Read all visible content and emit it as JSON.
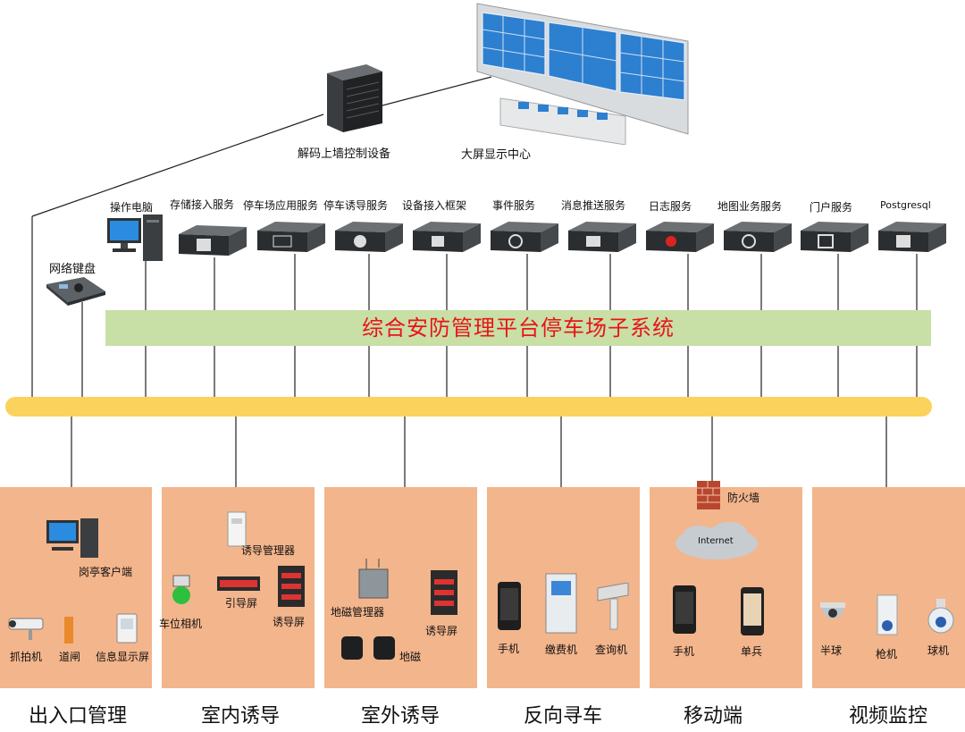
{
  "top": {
    "decoder_label": "解码上墙控制设备",
    "video_wall_label": "大屏显示中心"
  },
  "keyboard_label": "网络键盘",
  "services": [
    {
      "label": "操作电脑",
      "icon": "computer-icon"
    },
    {
      "label": "存储接入服务",
      "icon": "storage-icon"
    },
    {
      "label": "停车场应用服务",
      "icon": "tv-icon"
    },
    {
      "label": "停车诱导服务",
      "icon": "guidance-icon"
    },
    {
      "label": "设备接入框架",
      "icon": "device-icon"
    },
    {
      "label": "事件服务",
      "icon": "event-icon"
    },
    {
      "label": "消息推送服务",
      "icon": "message-icon"
    },
    {
      "label": "日志服务",
      "icon": "log-icon"
    },
    {
      "label": "地图业务服务",
      "icon": "map-icon"
    },
    {
      "label": "门户服务",
      "icon": "portal-icon"
    },
    {
      "label": "Postgresql",
      "icon": "database-icon"
    }
  ],
  "platform_title": "综合安防管理平台停车场子系统",
  "sections": [
    {
      "title": "出入口管理",
      "labels": {
        "client": "岗亭客户端",
        "camera": "抓拍机",
        "gate": "道闸",
        "display": "信息显示屏"
      }
    },
    {
      "title": "室内诱导",
      "labels": {
        "manager": "诱导管理器",
        "guide_screen": "引导屏",
        "spot_camera": "车位相机",
        "induce_screen": "诱导屏"
      }
    },
    {
      "title": "室外诱导",
      "labels": {
        "mag_manager": "地磁管理器",
        "induce_screen": "诱导屏",
        "magnet": "地磁"
      }
    },
    {
      "title": "反向寻车",
      "labels": {
        "phone": "手机",
        "pay": "缴费机",
        "query": "查询机"
      }
    },
    {
      "title": "移动端",
      "labels": {
        "firewall": "防火墙",
        "internet": "Internet",
        "phone": "手机",
        "soldier": "单兵"
      }
    },
    {
      "title": "视频监控",
      "labels": {
        "dome": "半球",
        "bullet": "枪机",
        "ptz": "球机"
      }
    }
  ],
  "colors": {
    "platform_bg": "#c8dfa6",
    "platform_text": "#e8141b",
    "bus": "#fbd25b",
    "section_bg": "#f3b58c"
  }
}
